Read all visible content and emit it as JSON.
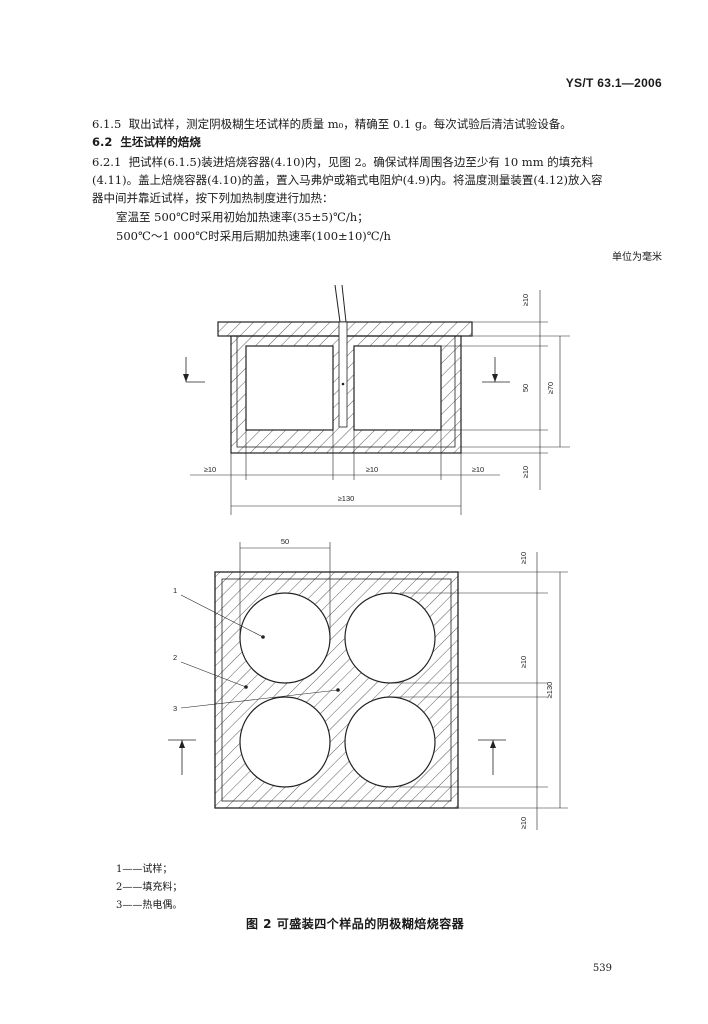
{
  "header": {
    "standard_code": "YS/T 63.1—2006"
  },
  "body": {
    "p615_num": "6.1.5",
    "p615_text": "取出试样，测定阴极糊生坯试样的质量 m₀，精确至 0.1 g。每次试验后清洁试验设备。",
    "s62_num": "6.2",
    "s62_title": "生坯试样的焙烧",
    "p621_num": "6.2.1",
    "p621_line1": "把试样(6.1.5)装进焙烧容器(4.10)内，见图 2。确保试样周围各边至少有 10 mm 的填充料",
    "p621_line2": "(4.11)。盖上焙烧容器(4.10)的盖，置入马弗炉或箱式电阻炉(4.9)内。将温度测量装置(4.12)放入容",
    "p621_line3": "器中间并靠近试样，按下列加热制度进行加热：",
    "rate1": "室温至 500℃时采用初始加热速率(35±5)℃/h；",
    "rate2": "500℃～1 000℃时采用后期加热速率(100±10)℃/h"
  },
  "figure": {
    "unit_note": "单位为毫米",
    "dims": {
      "ge10": "≥10",
      "d50": "50",
      "ge70": "≥70",
      "ge130": "≥130"
    },
    "callouts": [
      "1",
      "2",
      "3"
    ],
    "legend": [
      "1——试样；",
      "2——填充料；",
      "3——热电偶。"
    ],
    "caption": "图 2  可盛装四个样品的阴极糊焙烧容器"
  },
  "footer": {
    "page_number": "539"
  }
}
